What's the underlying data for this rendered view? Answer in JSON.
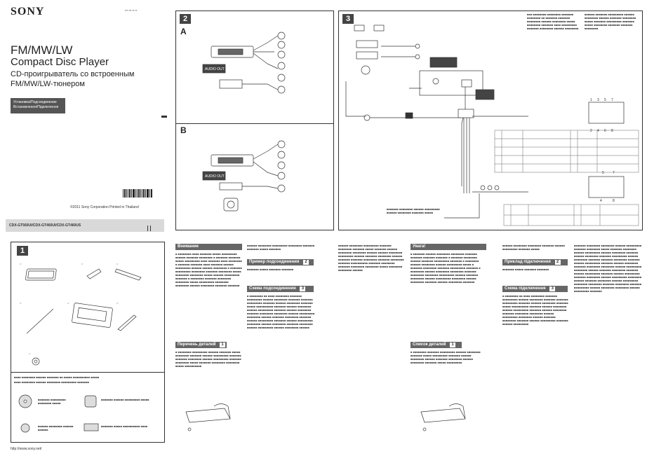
{
  "header": {
    "brand": "SONY",
    "product_title_en": "FM/MW/LW",
    "product_subtitle_en": "Compact Disc Player",
    "product_title_ru": "CD-проигрыватель со встроенным",
    "product_subtitle_ru": "FM/MW/LW-тюнером",
    "badge_line1": "Установка/Подсоединение",
    "badge_line2": "Встановлення/Підключення",
    "copyright": "©2011 Sony Corporation  Printed in Thailand",
    "models": "CDX-GT560UI/CDX-GT460UI/CDX-GT460US",
    "url": "http://www.sony.net/"
  },
  "panels": {
    "p1": {
      "number": "1"
    },
    "p2": {
      "number": "2",
      "sub_a": "A",
      "sub_b": "B"
    },
    "p3": {
      "number": "3"
    }
  },
  "diagram_labels": {
    "a_label": "AUDIO OUT",
    "b_label": "AUDIO OUT"
  },
  "columns": {
    "ru_warning_title": "Внимание",
    "ru_parts_title": "Перечень деталей",
    "ru_parts_num": "1",
    "ru_install_title": "Пример подсоединения",
    "ru_install_num": "2",
    "ru_connect_title": "Схема подсоединения",
    "ru_connect_num": "3",
    "ua_warning_title": "Увага!",
    "ua_parts_title": "Список деталей",
    "ua_parts_num": "1",
    "ua_install_title": "Приклад підключення",
    "ua_install_num": "2",
    "ua_connect_title": "Схема підключення",
    "ua_connect_num": "3"
  },
  "colors": {
    "dark_bar": "#666666",
    "panel_border": "#333333",
    "number_tab": "#444444",
    "grey_block": "#d9d9d9"
  }
}
